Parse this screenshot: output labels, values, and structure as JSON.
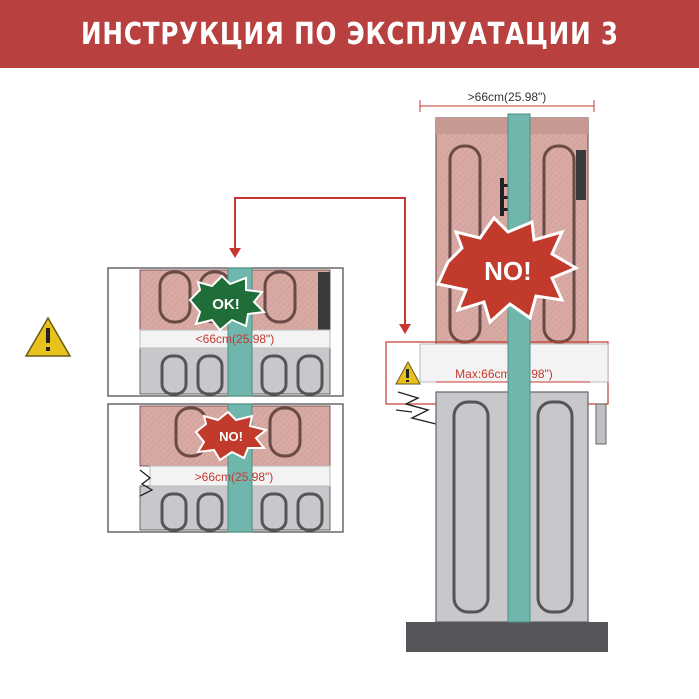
{
  "title": "ИНСТРУКЦИЯ ПО ЭКСПЛУАТАЦИИ 3",
  "panels": {
    "top_left": {
      "badge": "OK!",
      "measure": "<66cm(25.98\")"
    },
    "bottom_left": {
      "badge": "NO!",
      "measure": ">66cm(25.98\")"
    },
    "right": {
      "badge": "NO!",
      "top_measure": ">66cm(25.98\")",
      "max_measure": "Max:66cm(25.98\")"
    }
  },
  "warning_icon": "warning-triangle-icon",
  "colors": {
    "banner": "#b8403e",
    "machine": "#d9aaa4",
    "strap": "#6fb7ac",
    "arrow": "#c5382f",
    "ok_badge": "#1f6e3a",
    "no_badge": "#c23a2c",
    "warning": "#e8c21c"
  }
}
